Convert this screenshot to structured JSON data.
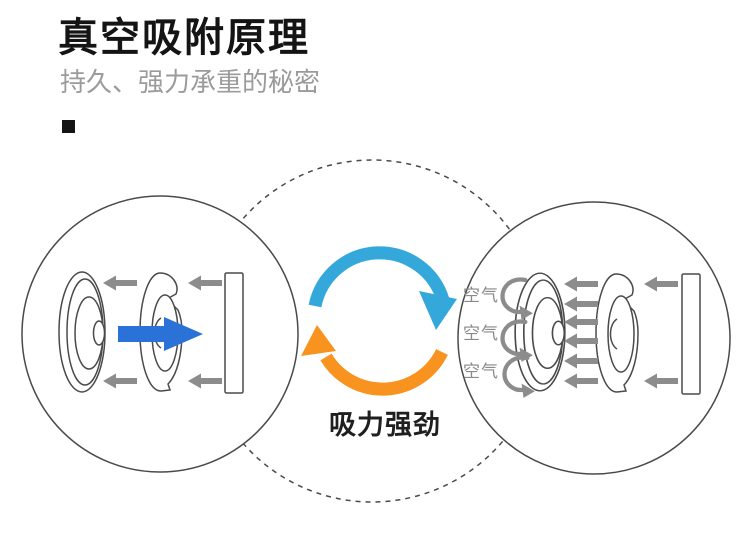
{
  "header": {
    "title": "真空吸附原理",
    "subtitle": "持久、强力承重的秘密"
  },
  "diagram": {
    "center_caption": "吸力强劲",
    "air_labels": [
      "空气",
      "空气",
      "空气"
    ],
    "colors": {
      "cycle_blue": "#35A8DB",
      "cycle_orange": "#F7931E",
      "push_blue": "#2B72D8",
      "arrow_gray": "#8C8C8C",
      "outline": "#4A4A4A"
    }
  }
}
